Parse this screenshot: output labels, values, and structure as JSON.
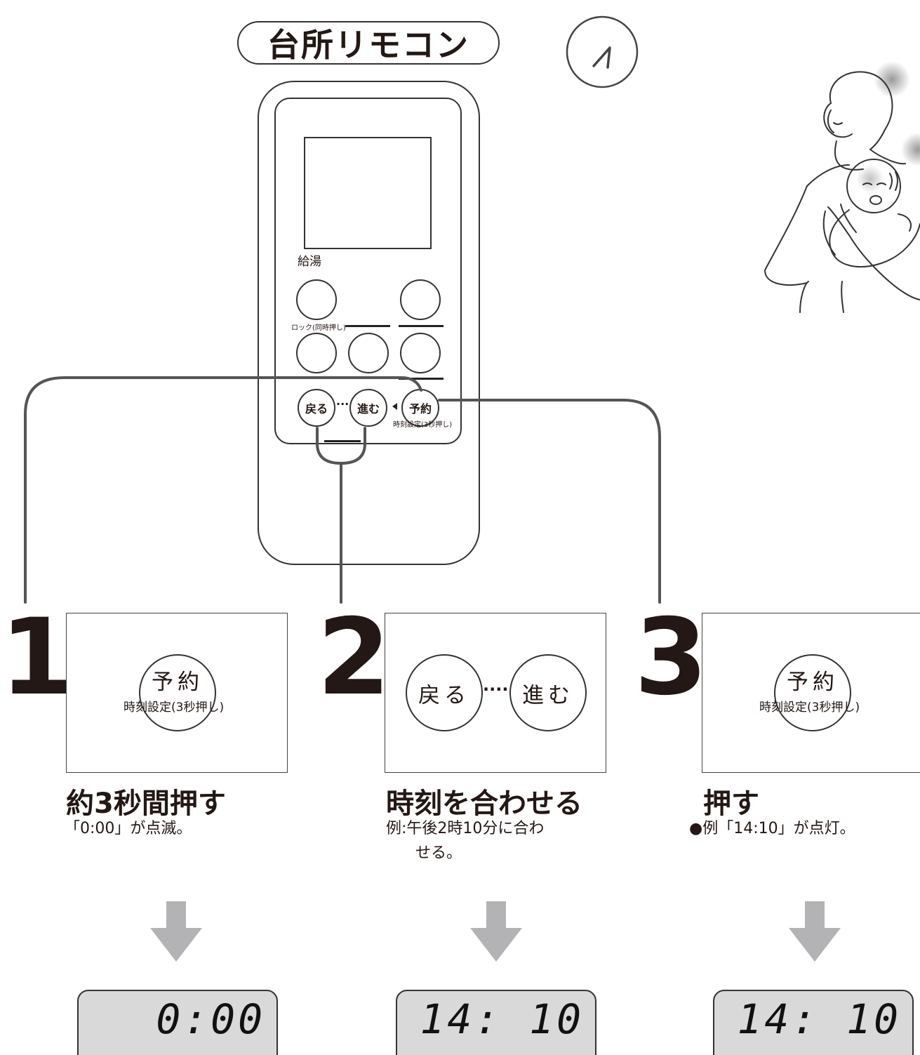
{
  "header": {
    "title": "台所リモコン"
  },
  "remote": {
    "label_kyuto": "給湯",
    "label_lock": "ロック(同時押し)",
    "btn_back": "戻る",
    "btn_next": "進む",
    "btn_reserve": "予約",
    "label_time_set": "時刻設定(3秒押し)",
    "dots": "····"
  },
  "steps": [
    {
      "number": "1",
      "button": "予約",
      "button_sub": "時刻設定(3秒押し)",
      "title": "約3秒間押す",
      "desc_line1": "「0:00」が点滅。",
      "lcd": "0:00"
    },
    {
      "number": "2",
      "button_back": "戻る",
      "button_next": "進む",
      "dots": "····",
      "title": "時刻を合わせる",
      "desc_line1": "例:午後2時10分に合わ",
      "desc_line2": "せる。",
      "lcd": "14: 10"
    },
    {
      "number": "3",
      "button": "予約",
      "button_sub": "時刻設定(3秒押し)",
      "title": "押す",
      "desc_line1": "●例「14:10」が点灯。",
      "lcd": "14: 10"
    }
  ],
  "colors": {
    "arrow": "#b3b3b5",
    "lcd_bg": "#d9d9d9",
    "line": "#555555"
  }
}
